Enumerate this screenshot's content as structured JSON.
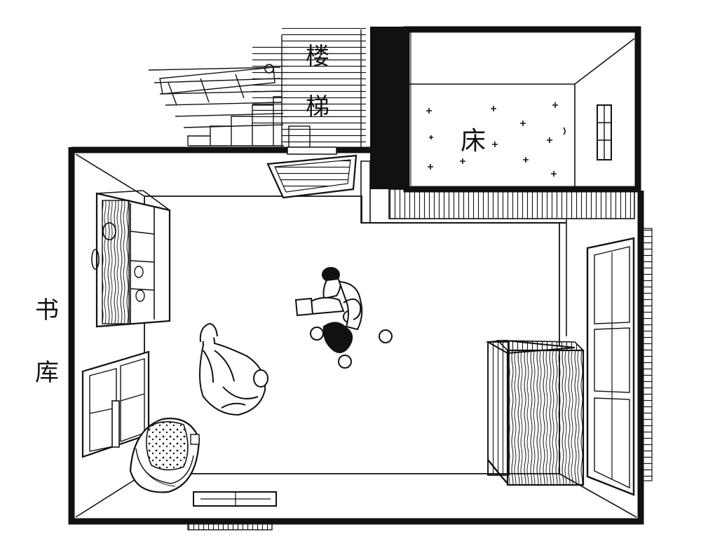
{
  "labels": {
    "stair_line1": "楼",
    "stair_line2": "梯",
    "bed": "床",
    "library_line1": "书",
    "library_line2": "库"
  },
  "colors": {
    "ink": "#111111",
    "paper": "#ffffff"
  }
}
